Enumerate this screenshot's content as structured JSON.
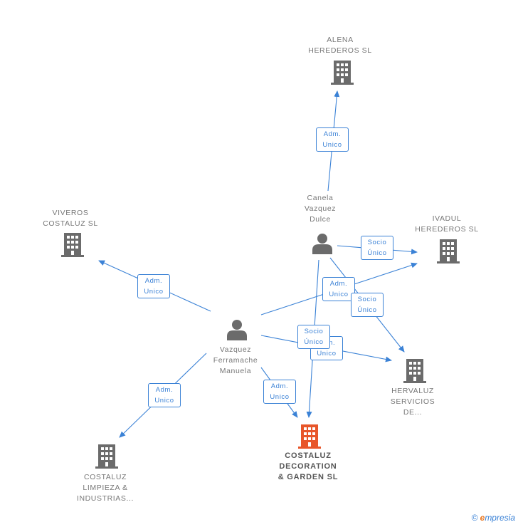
{
  "nodes": {
    "alena": {
      "label": "ALENA\nHEREDEROS SL",
      "type": "company"
    },
    "canela": {
      "label": "Canela\nVazquez\nDulce",
      "type": "person"
    },
    "ivadul": {
      "label": "IVADUL\nHEREDEROS SL",
      "type": "company"
    },
    "viveros": {
      "label": "VIVEROS\nCOSTALUZ SL",
      "type": "company"
    },
    "vazquez": {
      "label": "Vazquez\nFerramache\nManuela",
      "type": "person"
    },
    "hervaluz": {
      "label": "HERVALUZ\nSERVICIOS\nDE...",
      "type": "company"
    },
    "costaluz_deco": {
      "label": "COSTALUZ\nDECORATION\n& GARDEN SL",
      "type": "company-main"
    },
    "costaluz_limp": {
      "label": "COSTALUZ\nLIMPIEZA &\nINDUSTRIAS...",
      "type": "company"
    }
  },
  "edge_labels": {
    "canela_alena": "Adm.\nUnico",
    "canela_ivadul": "Socio\nÚnico",
    "vazquez_ivadul": "Adm.\nUnico",
    "canela_hervaluz": "Socio\nÚnico",
    "vazquez_viveros": "Adm.\nUnico",
    "vazquez_hervaluz": "Adm.\nUnico",
    "canela_costaluz": "Socio\nÚnico",
    "vazquez_costaluz": "Adm.\nUnico",
    "vazquez_limpieza": "Adm.\nUnico"
  },
  "colors": {
    "edge": "#3b82d6",
    "company": "#6b6b6b",
    "main_company": "#e8562a",
    "person": "#6b6b6b"
  },
  "watermark": {
    "copyright": "©",
    "brand_e": "e",
    "brand_rest": "mpresia"
  }
}
